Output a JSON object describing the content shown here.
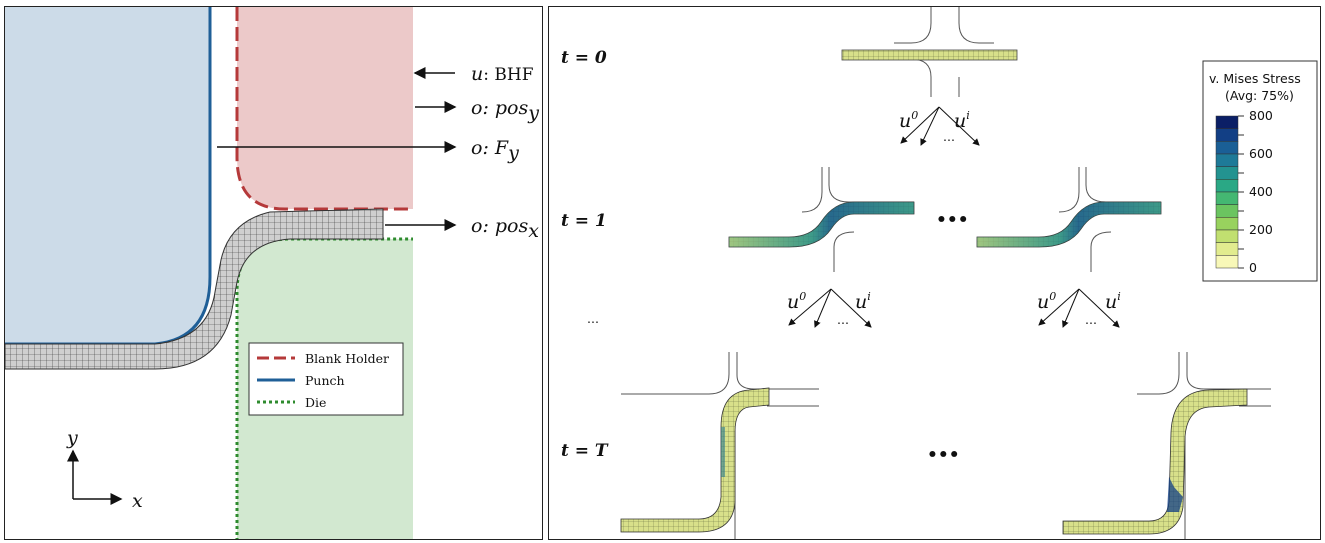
{
  "left": {
    "labels": {
      "bhf_var": "u",
      "bhf_text": ": BHF",
      "posy_var": "o",
      "posy_text": ": pos",
      "posy_sub": "y",
      "fy_var": "o",
      "fy_text": ": F",
      "fy_sub": "y",
      "posx_var": "o",
      "posx_text": ": pos",
      "posx_sub": "x"
    },
    "axes": {
      "x": "x",
      "y": "y"
    },
    "legend": [
      {
        "label": "Blank Holder",
        "color": "#b5393a",
        "style": "dashed"
      },
      {
        "label": "Punch",
        "color": "#1f5f97",
        "style": "solid"
      },
      {
        "label": "Die",
        "color": "#2e8b2e",
        "style": "dotted"
      }
    ],
    "colors": {
      "punch_fill": "#ccdbe8",
      "holder_fill": "#ecc9c9",
      "die_fill": "#d2e8d0"
    }
  },
  "right": {
    "stages": {
      "t0": "t = 0",
      "t1": "t = 1",
      "tT": "t = T"
    },
    "branch": {
      "u0": "u",
      "u0_sup": "0",
      "ui": "u",
      "ui_sup": "i",
      "dots": "..."
    },
    "bullets": "•••",
    "left_dots": "...",
    "colorbar": {
      "title_line1": "v. Mises Stress",
      "title_line2": "(Avg: 75%)",
      "ticks": [
        "800",
        "600",
        "400",
        "200",
        "0"
      ],
      "colors": [
        "#0b1f66",
        "#123f85",
        "#1a5f96",
        "#1e7a98",
        "#239390",
        "#2aa885",
        "#44b772",
        "#6bc460",
        "#98d25e",
        "#c1df70",
        "#e2ec8f",
        "#f8f8b8"
      ]
    }
  }
}
